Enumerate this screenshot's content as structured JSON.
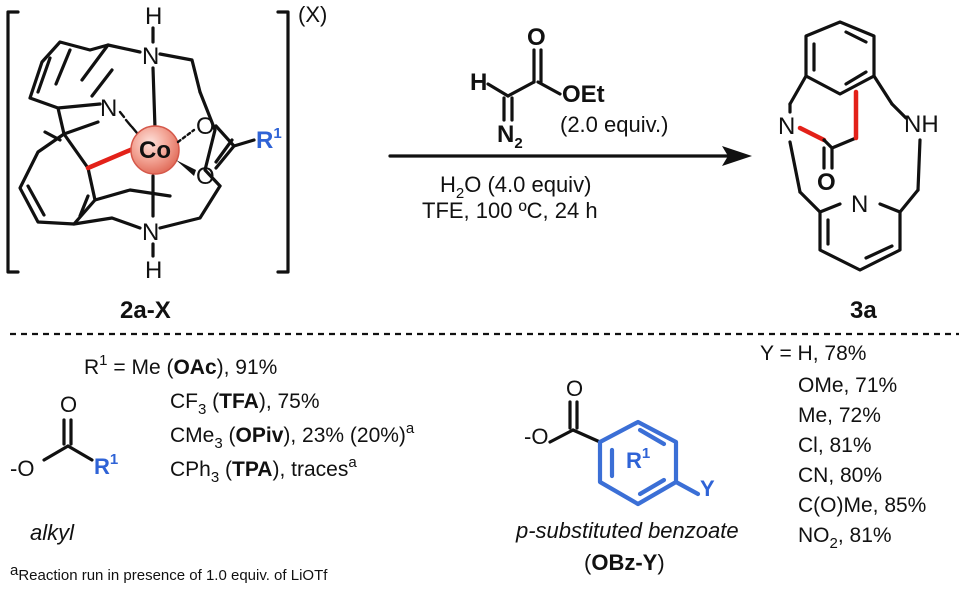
{
  "complex": {
    "label": "2a-X",
    "counterion": "(X)",
    "metal": "Co",
    "r_group": "R",
    "r_sup": "1",
    "atoms": {
      "nh": "N",
      "h": "H",
      "n": "N",
      "o": "O"
    }
  },
  "reagent": {
    "h": "H",
    "o": "O",
    "oet": "OEt",
    "n2": "N",
    "n2_sub": "2",
    "equiv": "(2.0 equiv.)"
  },
  "conditions": {
    "line1_a": "H",
    "line1_sub": "2",
    "line1_b": "O (4.0 equiv)",
    "line2": "TFE, 100 ºC, 24 h"
  },
  "product": {
    "label": "3a",
    "atoms": {
      "n_left": "N",
      "nh_right": "NH",
      "o": "O",
      "n_pyr": "N"
    }
  },
  "alkyl_panel": {
    "r1_prefix": "R",
    "r1_sup": "1",
    "r1_eq": " =  Me (",
    "r1_abbr": "OAc",
    "r1_yield": "), 91%",
    "cf3_a": "CF",
    "cf3_sub": "3",
    "cf3_b": " (",
    "cf3_abbr": "TFA",
    "cf3_yield": "), 75%",
    "cme3_a": "CMe",
    "cme3_sub": "3",
    "cme3_b": " (",
    "cme3_abbr": "OPiv",
    "cme3_yield": "), 23% (20%)",
    "cme3_sup": "a",
    "cph3_a": "CPh",
    "cph3_sub": "3",
    "cph3_b": " (",
    "cph3_abbr": "TPA",
    "cph3_yield": "), traces",
    "cph3_sup": "a",
    "carboxylate_o_minus": "-O",
    "carboxylate_o": "O",
    "carboxylate_r": "R",
    "carboxylate_r_sup": "1",
    "caption": "alkyl"
  },
  "benzoate_panel": {
    "o_minus": "-O",
    "o": "O",
    "ring_r": "R",
    "ring_r_sup": "1",
    "y": "Y",
    "caption": "p-substituted benzoate",
    "abbr_open": "(",
    "abbr": "OBz-Y",
    "abbr_close": ")"
  },
  "y_yields": [
    "Y = H, 78%",
    "OMe, 71%",
    "Me, 72%",
    "Cl, 81%",
    "CN, 80%",
    "C(O)Me, 85%"
  ],
  "y_no2": {
    "a": "NO",
    "sub": "2",
    "b": ", 81%"
  },
  "footnote": {
    "sup": "a",
    "text": "Reaction run in presence of 1.0 equiv. of LiOTf"
  }
}
